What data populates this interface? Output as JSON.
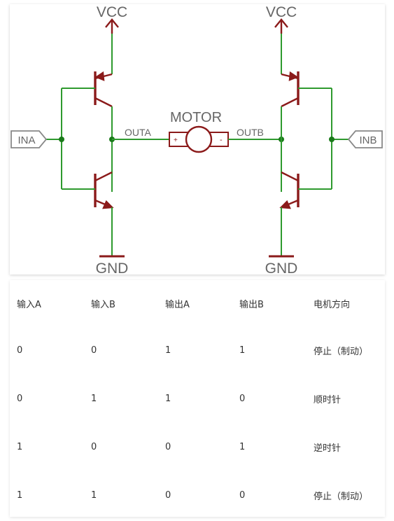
{
  "circuit": {
    "vcc_left": "VCC",
    "vcc_right": "VCC",
    "gnd_left": "GND",
    "gnd_right": "GND",
    "input_a": "INA",
    "input_b": "INB",
    "out_a": "OUTA",
    "out_b": "OUTB",
    "motor": "MOTOR",
    "motor_plus": "+",
    "motor_minus": "-",
    "colors": {
      "wire": "#2e9a2e",
      "component": "#8b1a1a",
      "node": "#1a7a1a",
      "label": "#666666"
    }
  },
  "table": {
    "headers": [
      "输入A",
      "输入B",
      "输出A",
      "输出B",
      "电机方向"
    ],
    "rows": [
      [
        "0",
        "0",
        "1",
        "1",
        "停止（制动）"
      ],
      [
        "0",
        "1",
        "1",
        "0",
        "顺时针"
      ],
      [
        "1",
        "0",
        "0",
        "1",
        "逆时针"
      ],
      [
        "1",
        "1",
        "0",
        "0",
        "停止（制动）"
      ]
    ]
  }
}
